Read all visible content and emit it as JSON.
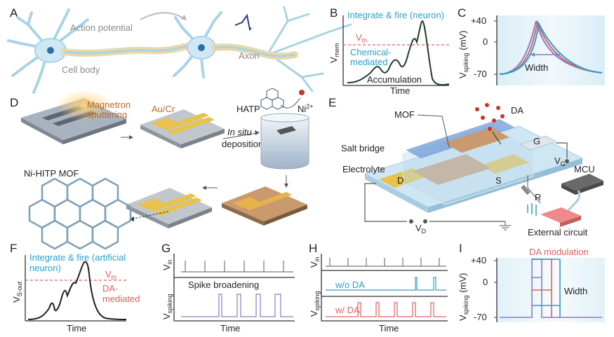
{
  "panels": {
    "A": {
      "label": "A",
      "action_potential": "Action potential",
      "cell_body": "Cell body",
      "axon": "Axon"
    },
    "B": {
      "label": "B",
      "title": "Integrate & fire (neuron)",
      "vth": "V",
      "vth_sub": "th",
      "chem1": "Chemical-",
      "chem2": "mediated",
      "accumulation": "Accumulation",
      "xlabel": "Time",
      "ylabel": "V",
      "ylabel_sub": "mem"
    },
    "C": {
      "label": "C",
      "tick_top": "+40",
      "tick_mid": "0",
      "tick_bot": "-70",
      "ylabel": "V",
      "ylabel_sub": "spiking",
      "ylabel_unit": " (mV)",
      "width": "Width"
    },
    "D": {
      "label": "D",
      "magnetron1": "Magnetron",
      "magnetron2": "sputtering",
      "aucr": "Au/Cr",
      "hatp": "HATP",
      "ni": "Ni",
      "ni_sup": "2+",
      "insitu": "In situ",
      "deposition": "deposition",
      "mof": "Ni-HITP MOF"
    },
    "E": {
      "label": "E",
      "da": "DA",
      "mof": "MOF",
      "salt_bridge": "Salt bridge",
      "electrolyte": "Electrolyte",
      "g": "G",
      "vg": "V",
      "vg_sub": "G",
      "d": "D",
      "s": "S",
      "vd": "V",
      "vd_sub": "D",
      "r": "R",
      "mcu": "MCU",
      "external": "External circuit"
    },
    "F": {
      "label": "F",
      "title1": "Integrate & fire (artificial",
      "title2": "neuron)",
      "vth": "V",
      "vth_sub": "th",
      "da1": "DA-",
      "da2": "mediated",
      "ylabel": "V",
      "ylabel_sub": "S-out",
      "xlabel": "Time"
    },
    "G": {
      "label": "G",
      "vin": "V",
      "vin_sub": "in",
      "spike_broadening": "Spike broadening",
      "vspiking": "V",
      "vspiking_sub": "spiking",
      "xlabel": "Time"
    },
    "H": {
      "label": "H",
      "vin": "V",
      "vin_sub": "in",
      "wo_da": "w/o DA",
      "w_da": "w/ DA",
      "vspiking": "V",
      "vspiking_sub": "spiking",
      "xlabel": "Time"
    },
    "I": {
      "label": "I",
      "title": "DA modulation",
      "tick_top": "+40",
      "tick_mid": "0",
      "tick_bot": "-70",
      "ylabel": "V",
      "ylabel_sub": "spiking",
      "ylabel_unit": " (mV)",
      "width": "Width"
    }
  },
  "colors": {
    "blue": "#2aa0c8",
    "red": "#e06060",
    "purple": "#8a7ac8",
    "axon": "#e8d9a6",
    "neuron": "#a9d3e6",
    "gold": "#e8c24a",
    "mof": "#c99a6e"
  }
}
